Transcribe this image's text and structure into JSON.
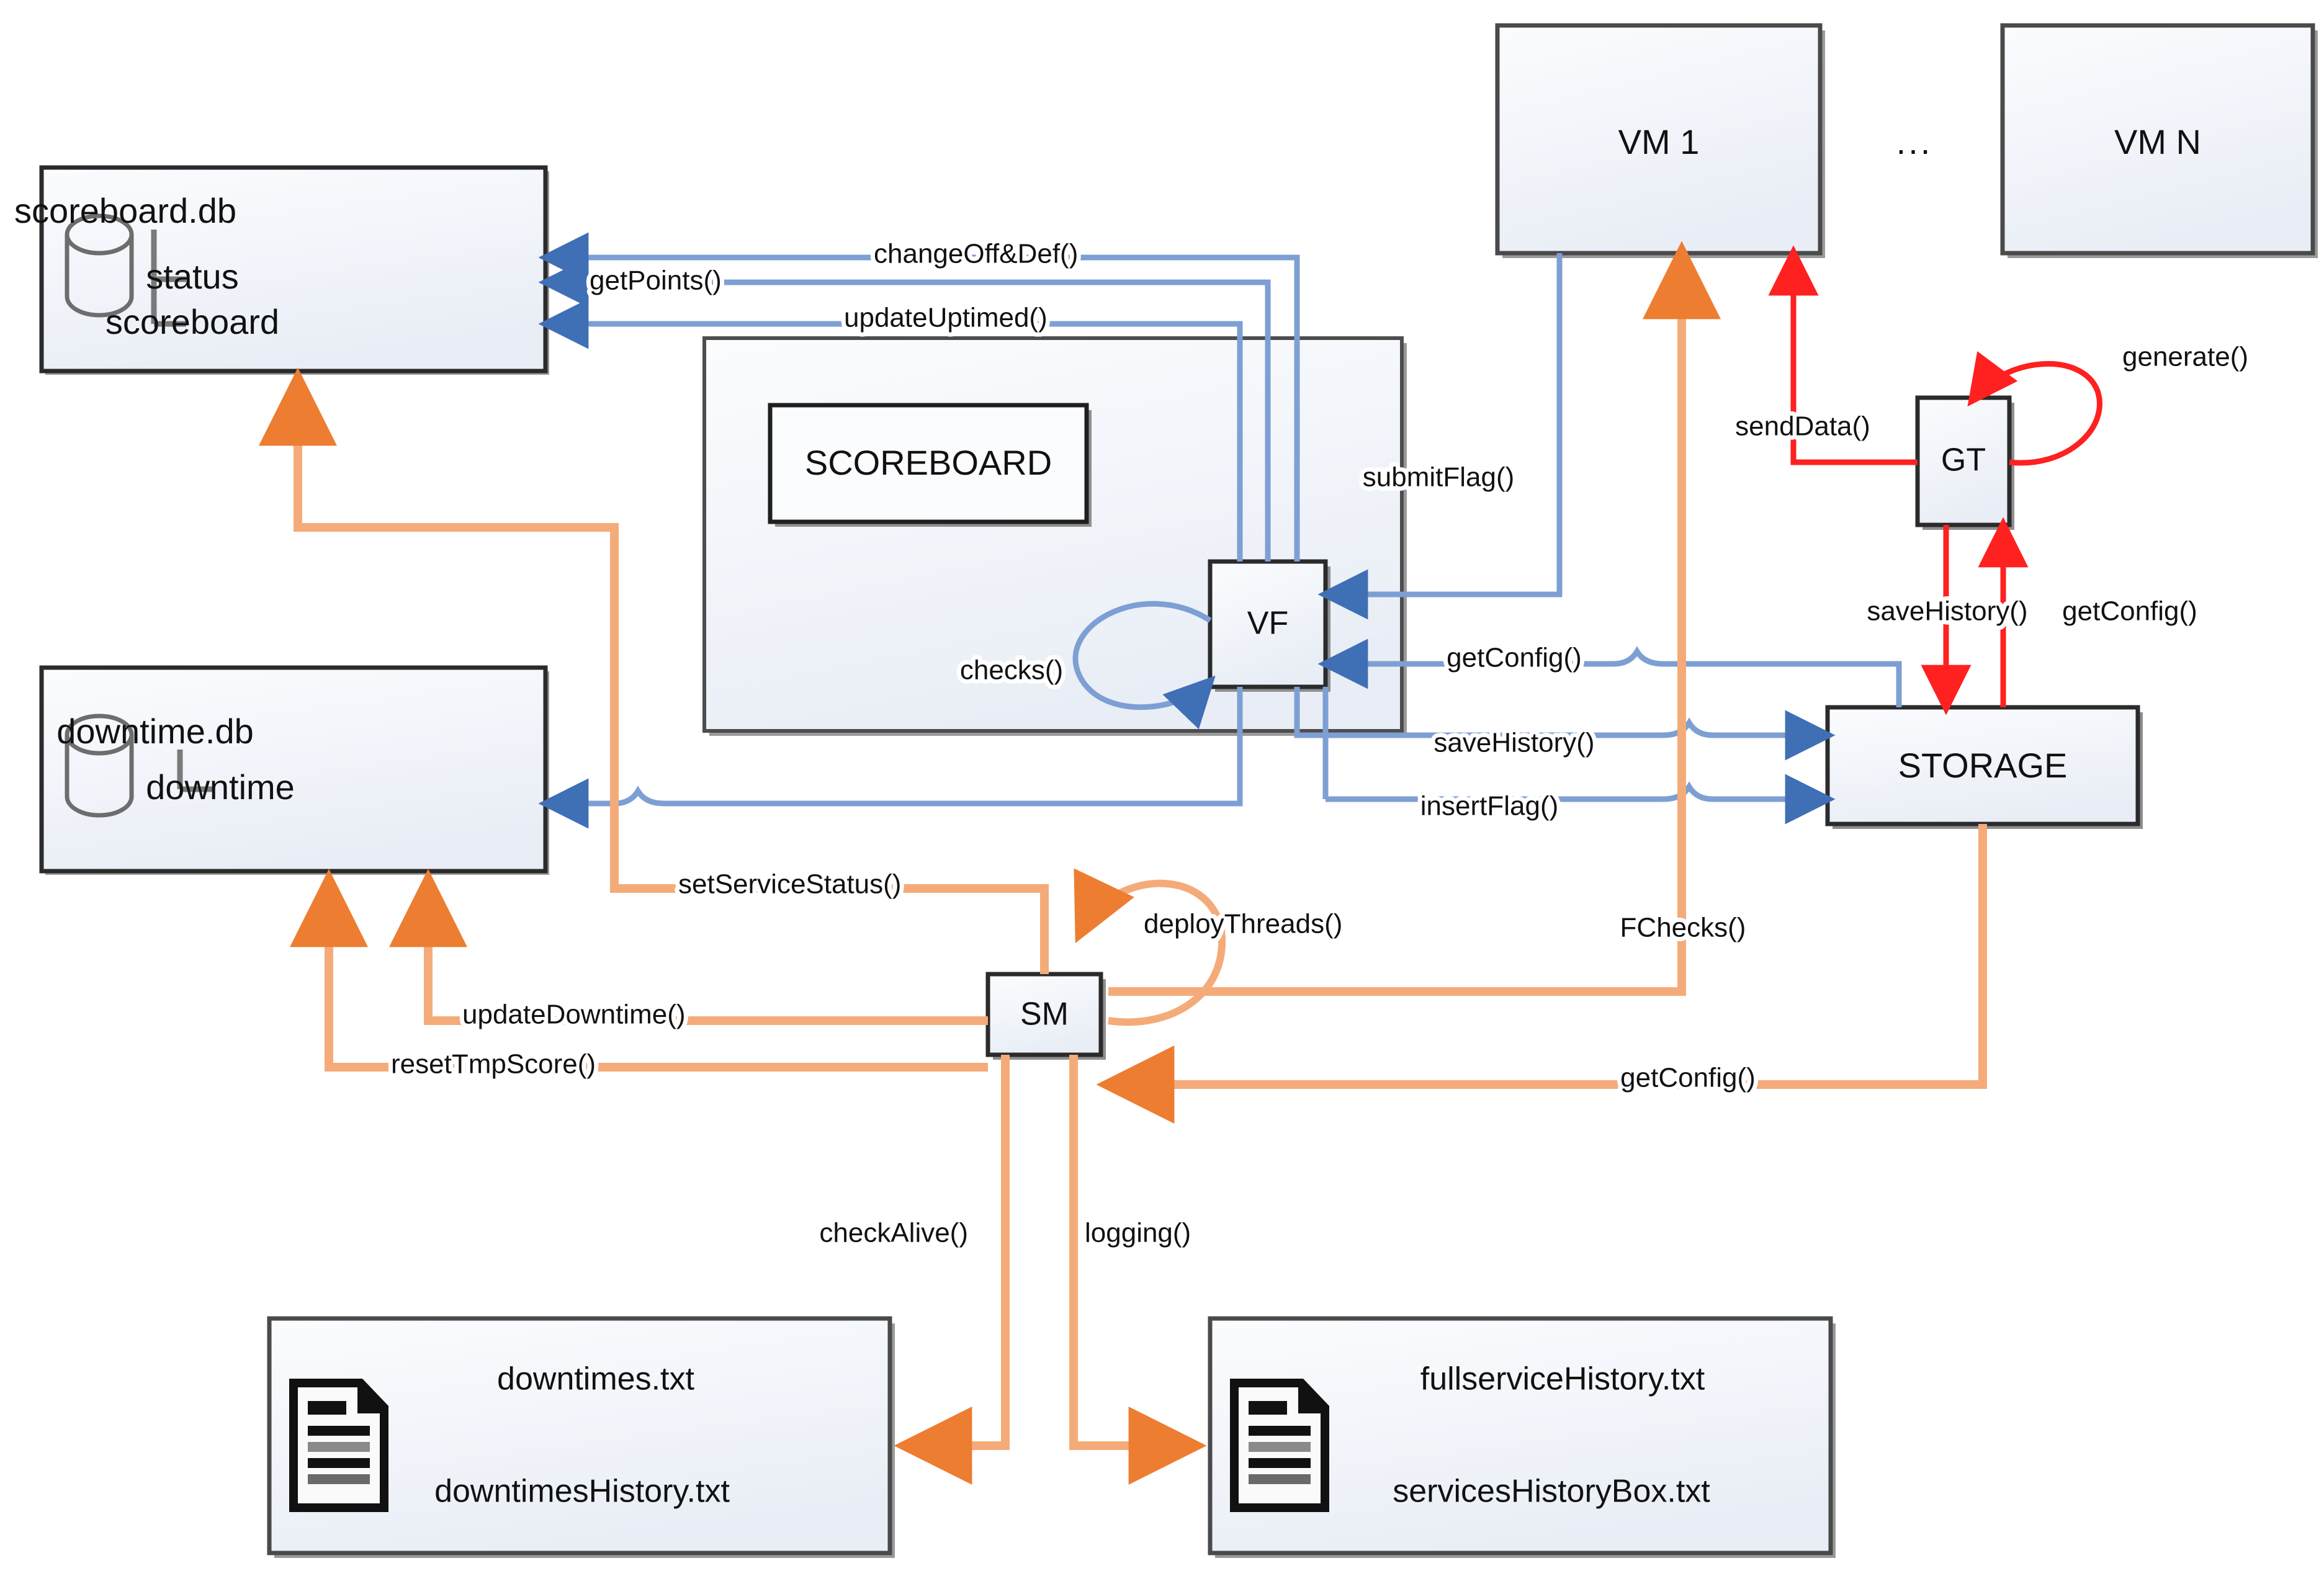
{
  "diagram": {
    "title": "CTF scoreboard system architecture",
    "colors": {
      "blue": "#7d9fd3",
      "blue_dark": "#3f6fb5",
      "orange": "#f5ab79",
      "orange_dark": "#ed7d31",
      "red": "#ff2020",
      "box_border": "#3a3a3a",
      "box_fill_top": "#f6f8fb",
      "box_fill_bottom": "#eef2f8"
    }
  },
  "nodes": {
    "scoreboard_db": {
      "title": "scoreboard.db",
      "icon": "database-cylinder-icon",
      "children": [
        "status",
        "scoreboard"
      ]
    },
    "downtime_db": {
      "title": "downtime.db",
      "icon": "database-cylinder-icon",
      "children": [
        "downtime"
      ]
    },
    "scoreboard_container": {
      "label": "SCOREBOARD"
    },
    "vf": {
      "label": "VF"
    },
    "sm": {
      "label": "SM"
    },
    "gt": {
      "label": "GT"
    },
    "storage": {
      "label": "STORAGE"
    },
    "vm_first": {
      "label": "VM 1"
    },
    "vm_last": {
      "label": "VM N"
    },
    "vm_ellipsis": {
      "label": "..."
    },
    "downtimes_file": {
      "title": "downtimes.txt",
      "subtitle": "downtimesHistory.txt",
      "icon": "document-icon"
    },
    "services_file": {
      "title": "fullserviceHistory.txt",
      "subtitle": "servicesHistoryBox.txt",
      "icon": "document-icon"
    }
  },
  "edges": [
    {
      "id": "change-off-def",
      "label": "changeOff&Def()",
      "color": "blue",
      "from": "vf",
      "to": "scoreboard_db.status"
    },
    {
      "id": "get-points",
      "label": "getPoints()",
      "color": "blue",
      "from": "vf",
      "to": "scoreboard_db.status"
    },
    {
      "id": "update-uptimed",
      "label": "updateUptimed()",
      "color": "blue",
      "from": "vf",
      "to": "scoreboard_db.scoreboard"
    },
    {
      "id": "checks",
      "label": "checks()",
      "color": "blue",
      "from": "vf",
      "to": "vf"
    },
    {
      "id": "submit-flag",
      "label": "submitFlag()",
      "color": "blue",
      "from": "vm_first",
      "to": "vf"
    },
    {
      "id": "get-config-vf",
      "label": "getConfig()",
      "color": "blue",
      "from": "storage",
      "to": "vf"
    },
    {
      "id": "save-history-vf",
      "label": "saveHistory()",
      "color": "blue",
      "from": "vf",
      "to": "storage"
    },
    {
      "id": "insert-flag",
      "label": "insertFlag()",
      "color": "blue",
      "from": "vf",
      "to": "storage"
    },
    {
      "id": "downtime-blue",
      "label": "",
      "color": "blue",
      "from": "vf",
      "to": "downtime_db.downtime"
    },
    {
      "id": "send-data",
      "label": "sendData()",
      "color": "red",
      "from": "gt",
      "to": "vm_first"
    },
    {
      "id": "generate",
      "label": "generate()",
      "color": "red",
      "from": "gt",
      "to": "gt"
    },
    {
      "id": "save-history-gt",
      "label": "saveHistory()",
      "color": "red",
      "from": "gt",
      "to": "storage"
    },
    {
      "id": "get-config-gt",
      "label": "getConfig()",
      "color": "red",
      "from": "storage",
      "to": "gt"
    },
    {
      "id": "set-service-status",
      "label": "setServiceStatus()",
      "color": "orange",
      "from": "sm",
      "to": "scoreboard_db"
    },
    {
      "id": "update-downtime",
      "label": "updateDowntime()",
      "color": "orange",
      "from": "sm",
      "to": "downtime_db"
    },
    {
      "id": "reset-tmp-score",
      "label": "resetTmpScore()",
      "color": "orange",
      "from": "sm",
      "to": "downtime_db"
    },
    {
      "id": "deploy-threads",
      "label": "deployThreads()",
      "color": "orange",
      "from": "sm",
      "to": "sm"
    },
    {
      "id": "fchecks",
      "label": "FChecks()",
      "color": "orange",
      "from": "sm",
      "to": "vm_first"
    },
    {
      "id": "get-config-sm",
      "label": "getConfig()",
      "color": "orange",
      "from": "storage",
      "to": "sm"
    },
    {
      "id": "check-alive",
      "label": "checkAlive()",
      "color": "orange",
      "from": "sm",
      "to": "downtimes_file"
    },
    {
      "id": "logging",
      "label": "logging()",
      "color": "orange",
      "from": "sm",
      "to": "services_file"
    }
  ]
}
